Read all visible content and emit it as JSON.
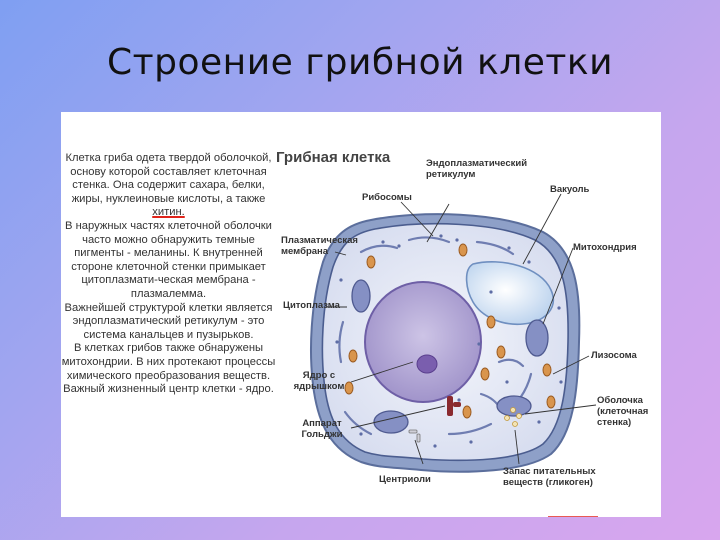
{
  "slide": {
    "title": "Строение грибной клетки"
  },
  "figure": {
    "title": "Грибная клетка",
    "paragraphs": [
      "Клетка гриба одета твердой оболочкой, основу которой составляет клеточная стенка. Она содержит сахара, белки, жиры, нуклеиновые кислоты, а также",
      "хитин.",
      "В наружных частях клеточной оболочки часто можно обнаружить темные пигменты - меланины. К внутренней стороне клеточной стенки примыкает цитоплазмати-ческая мембрана - плазмалемма.",
      "Важнейшей структурой клетки является эндоплазматический ретикулум - это система канальцев и пузырьков.",
      "В клетках грибов также обнаружены митохондрии. В них протекают процессы химического преобразования веществ.",
      "Важный жизненный центр клетки - ядро."
    ],
    "labels": {
      "er": "Эндоплазматический ретикулум",
      "ribosomes": "Рибосомы",
      "vacuole": "Вакуоль",
      "plasma_membrane": "Плазматическая мембрана",
      "mitochondria": "Митохондрия",
      "cytoplasm": "Цитоплазма",
      "lysosome": "Лизосома",
      "nucleus": "Ядро с ядрышком",
      "golgi": "Аппарат Гольджи",
      "wall": "Оболочка (клеточная стенка)",
      "centrioles": "Центриоли",
      "reserve": "Запас питательных веществ (гликоген)"
    },
    "colors": {
      "wall": "#6f83b0",
      "cytoplasm": "#e3e8f4",
      "nucleus": "#b4a8d6",
      "nucleolus": "#8a6fb8",
      "vacuole": "#cfe0f2",
      "mitochondria": "#8590c4",
      "lysosome": "#d9954d",
      "golgi": "#8a2a2f",
      "underline": "#e0241b"
    }
  }
}
